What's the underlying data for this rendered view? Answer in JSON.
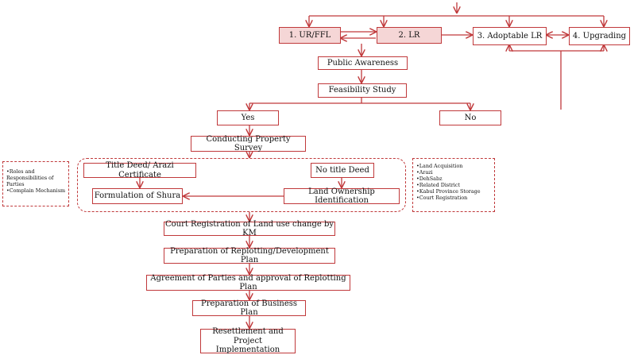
{
  "flow": {
    "ur_ffl": "1. UR/FFL",
    "lr": "2. LR",
    "adoptable_lr": "3. Adoptable LR",
    "upgrading": "4. Upgrading",
    "public_awareness": "Public Awareness",
    "feasibility_study": "Feasibility Study",
    "yes": "Yes",
    "no": "No",
    "property_survey": "Conducting Property Survey",
    "title_deed": "Title Deed/ Arazi Certificate",
    "no_title_deed": "No title Deed",
    "formulation_shura": "Formulation of Shura",
    "land_ownership": "Land Ownership Identification",
    "court_registration": "Court Registration of Land use change by KM",
    "replotting_plan": "Preparation of Replotting/Development Plan",
    "agreement": "Agreement of Parties and approval of Replotting Plan",
    "business_plan": "Preparation of Business Plan",
    "resettlement_line1": "Resettlement and Project",
    "resettlement_line2": "Implementation"
  },
  "left_note": {
    "items": [
      "•Roles and",
      "Responsibilities of",
      "Parties",
      "•Complain Mechanism"
    ]
  },
  "right_note": {
    "items": [
      "•Land Acquisition",
      "•Arazi",
      "•DehSabz",
      "•Related District",
      "•Kabul Province Storage",
      "•Court Registration"
    ]
  },
  "colors": {
    "line": "#c0393b",
    "shade": "#f5d6d6"
  }
}
